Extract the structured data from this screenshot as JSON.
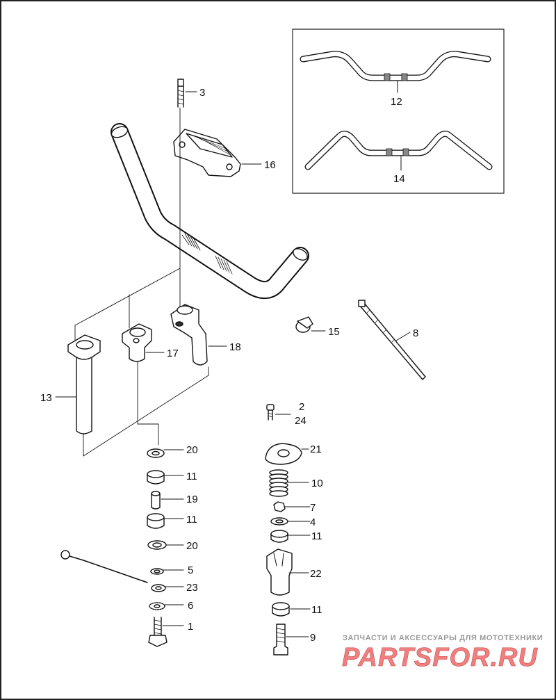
{
  "diagram": {
    "callouts": [
      {
        "id": "3",
        "label": "3"
      },
      {
        "id": "16",
        "label": "16"
      },
      {
        "id": "12",
        "label": "12"
      },
      {
        "id": "14",
        "label": "14"
      },
      {
        "id": "15",
        "label": "15"
      },
      {
        "id": "8",
        "label": "8"
      },
      {
        "id": "17",
        "label": "17"
      },
      {
        "id": "18",
        "label": "18"
      },
      {
        "id": "13",
        "label": "13"
      },
      {
        "id": "2",
        "label": "2"
      },
      {
        "id": "24a",
        "label": "24"
      },
      {
        "id": "21",
        "label": "21"
      },
      {
        "id": "20a",
        "label": "20"
      },
      {
        "id": "11a",
        "label": "11"
      },
      {
        "id": "10",
        "label": "10"
      },
      {
        "id": "19",
        "label": "19"
      },
      {
        "id": "7",
        "label": "7"
      },
      {
        "id": "11b",
        "label": "11"
      },
      {
        "id": "4",
        "label": "4"
      },
      {
        "id": "11c",
        "label": "11"
      },
      {
        "id": "20b",
        "label": "20"
      },
      {
        "id": "22",
        "label": "22"
      },
      {
        "id": "5",
        "label": "5"
      },
      {
        "id": "23",
        "label": "23"
      },
      {
        "id": "6",
        "label": "6"
      },
      {
        "id": "11d",
        "label": "11"
      },
      {
        "id": "1",
        "label": "1"
      },
      {
        "id": "9",
        "label": "9"
      }
    ]
  },
  "watermark": {
    "caption": "ЗАПЧАСТИ И АКСЕССУАРЫ ДЛЯ МОТОТЕХНИКИ",
    "logo_text": "PARTSFOR.RU",
    "logo_color": "#f08080"
  }
}
